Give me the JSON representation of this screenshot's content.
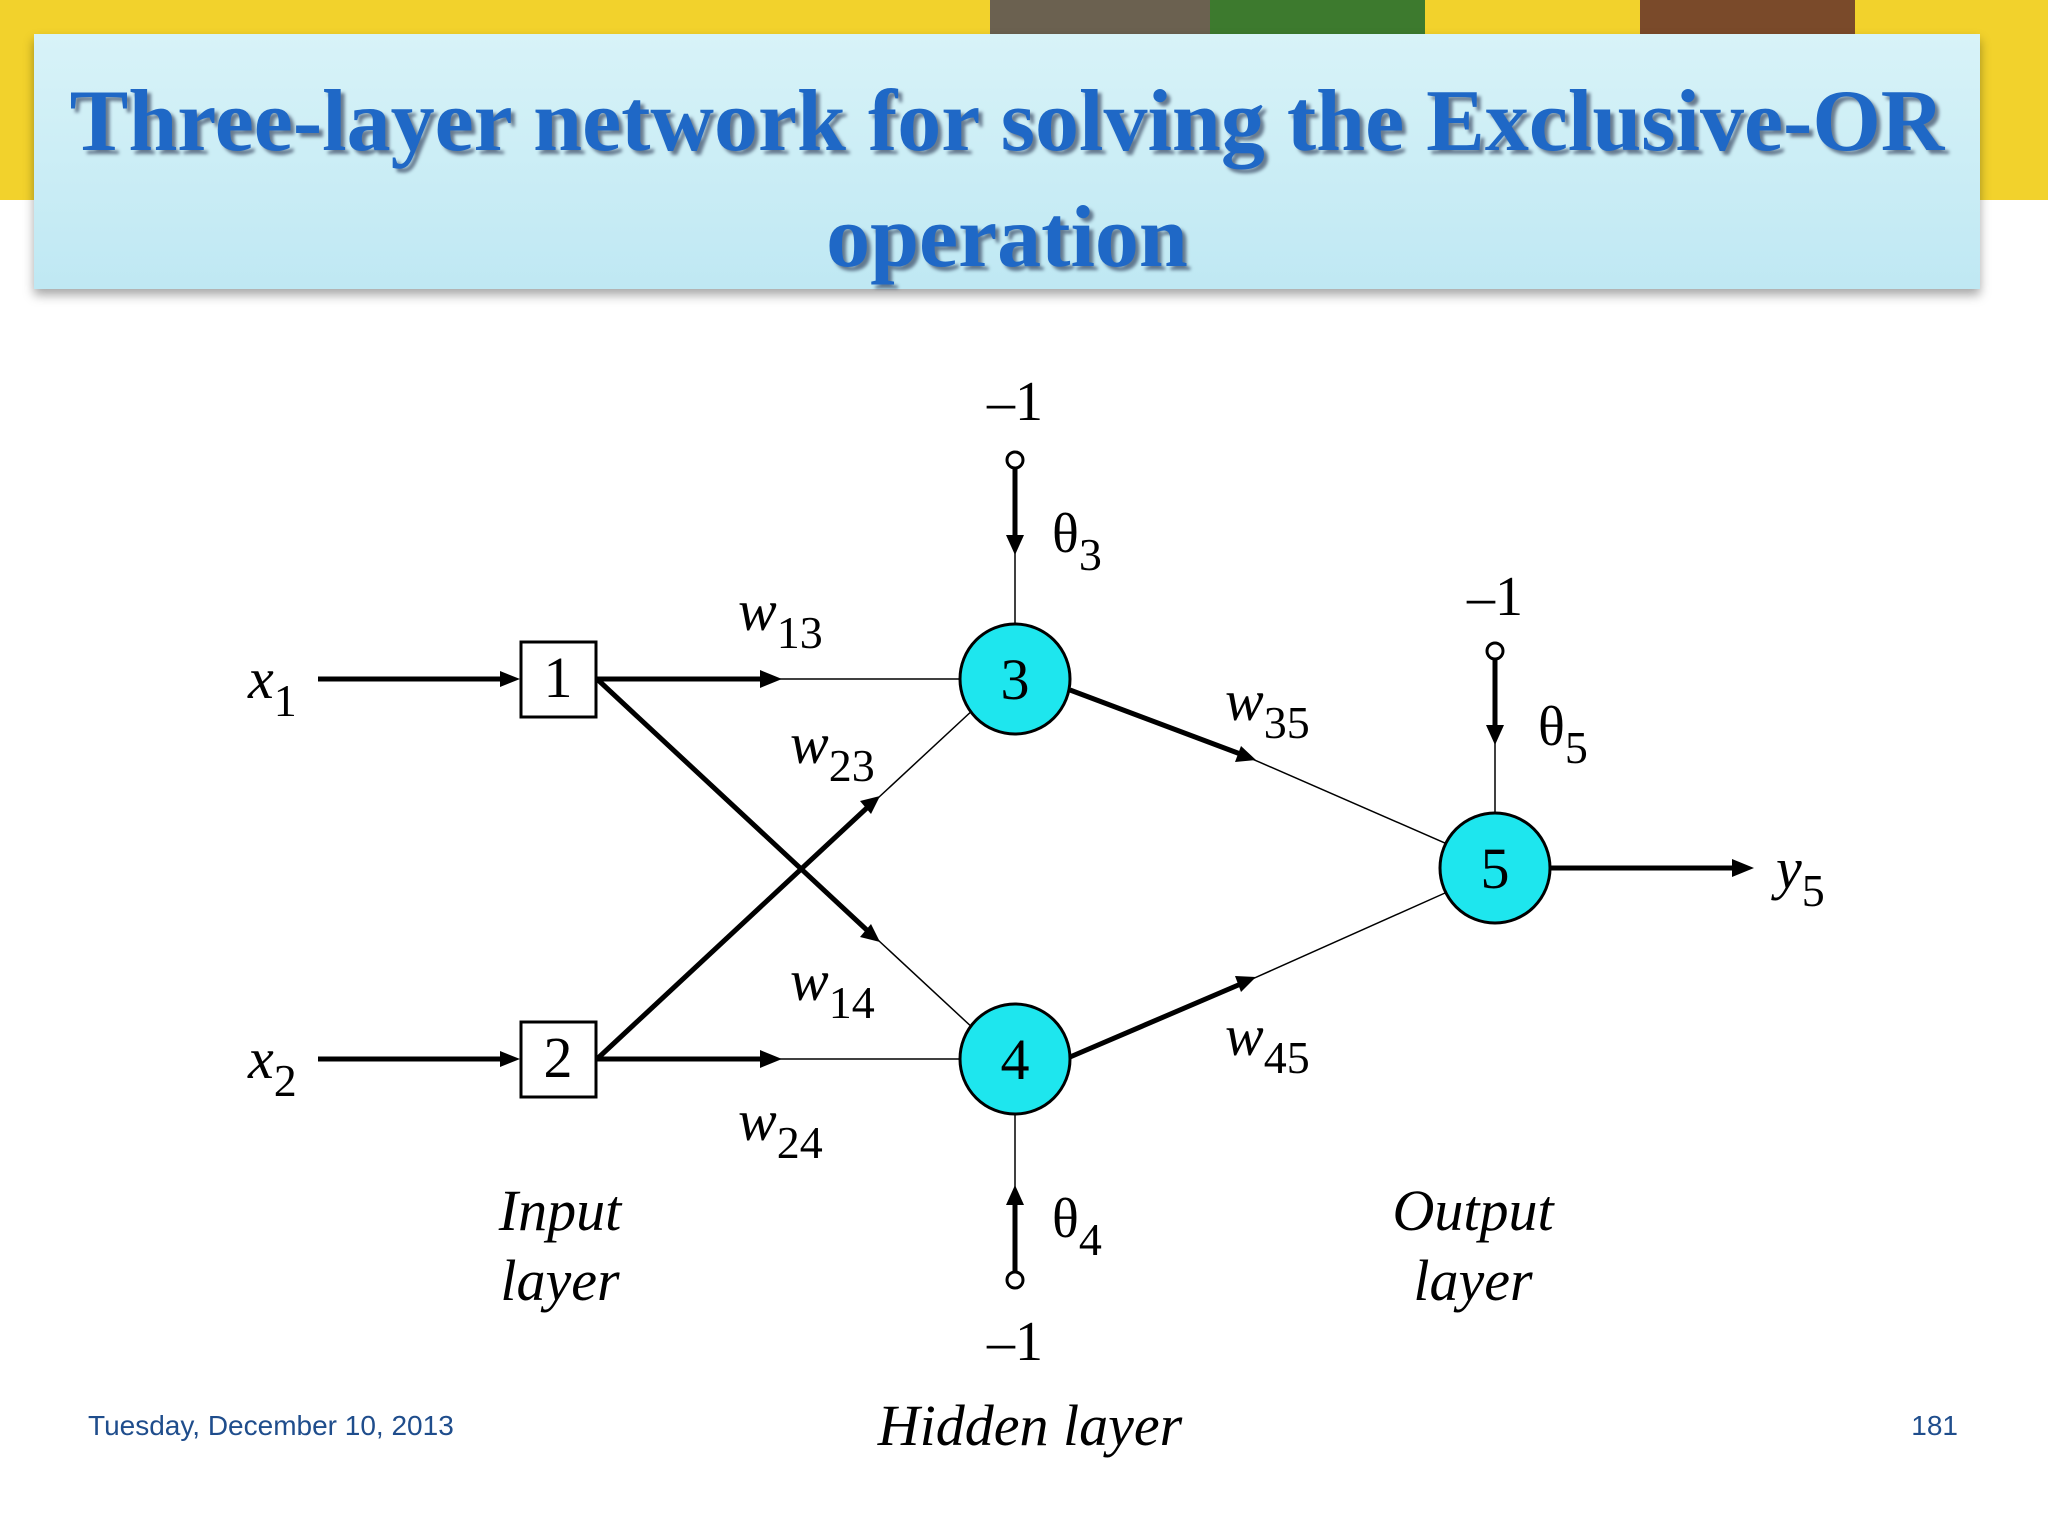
{
  "slide": {
    "title": "Three-layer network for solving the Exclusive-OR operation",
    "date": "Tuesday, December 10, 2013",
    "page_number": "181"
  },
  "diagram": {
    "inputs": [
      {
        "var": "x",
        "sub": "1"
      },
      {
        "var": "x",
        "sub": "2"
      }
    ],
    "input_nodes": [
      "1",
      "2"
    ],
    "hidden_nodes": [
      "3",
      "4"
    ],
    "output_node": "5",
    "output": {
      "var": "y",
      "sub": "5"
    },
    "weights": [
      {
        "var": "w",
        "sub": "13"
      },
      {
        "var": "w",
        "sub": "23"
      },
      {
        "var": "w",
        "sub": "14"
      },
      {
        "var": "w",
        "sub": "24"
      },
      {
        "var": "w",
        "sub": "35"
      },
      {
        "var": "w",
        "sub": "45"
      }
    ],
    "thresholds": [
      {
        "var": "θ",
        "sub": "3"
      },
      {
        "var": "θ",
        "sub": "4"
      },
      {
        "var": "θ",
        "sub": "5"
      }
    ],
    "bias_value": "–1",
    "layer_labels": {
      "input_line1": "Input",
      "input_line2": "layer",
      "hidden": "Hidden layer",
      "output_line1": "Output",
      "output_line2": "layer"
    },
    "colors": {
      "neuron_fill": "#1ee6ee",
      "title_text": "#1f68c6",
      "band": "#f2d22c"
    }
  }
}
